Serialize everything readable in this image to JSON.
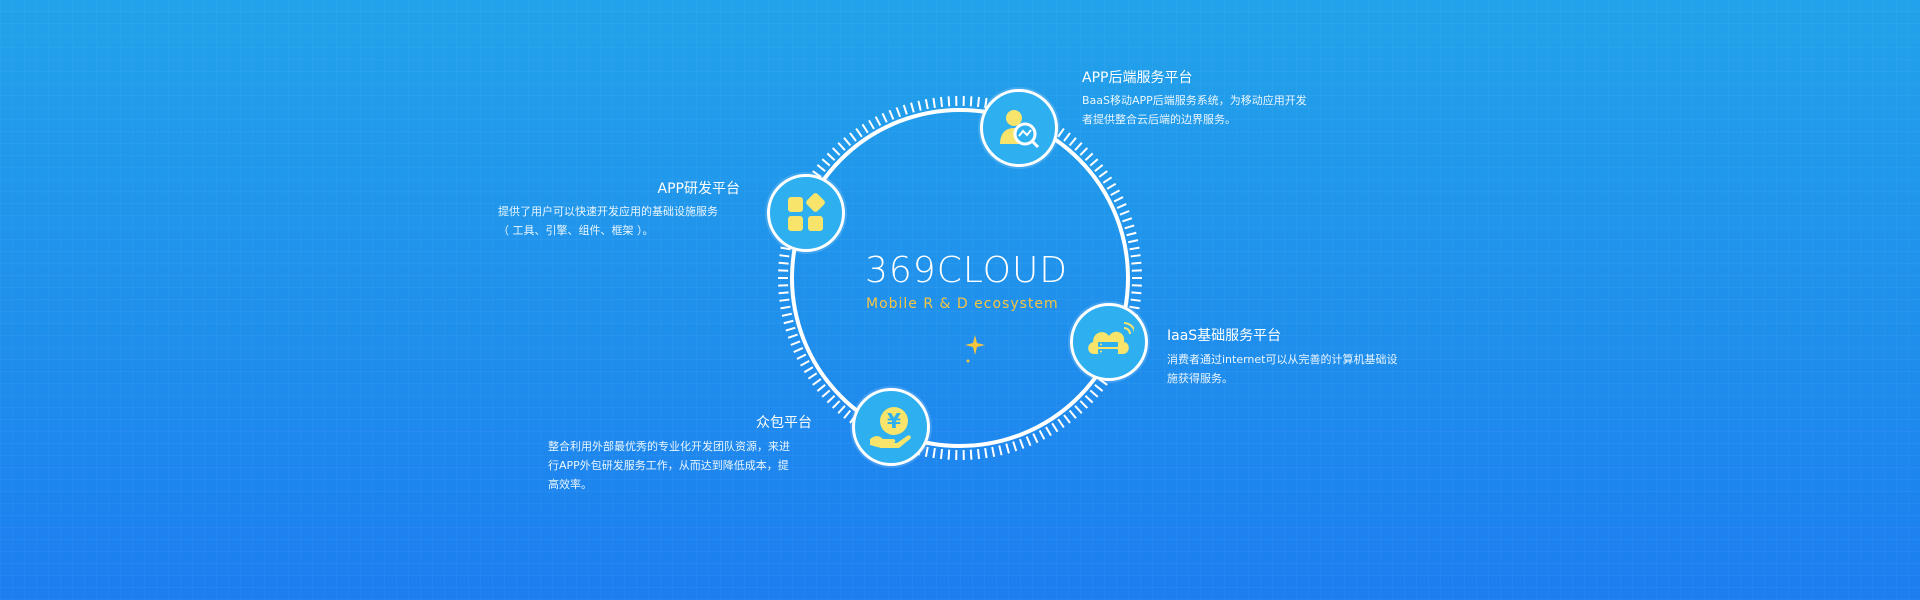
{
  "logo": {
    "text": "369CLOUD",
    "subtitle": "Mobile R & D ecosystem"
  },
  "platforms": {
    "backend": {
      "title": "APP后端服务平台",
      "desc_line1": "BaaS移动APP后端服务系统，为移动应用开发",
      "desc_line2": "者提供整合云后端的边界服务。",
      "icon": "user-chart-icon"
    },
    "dev": {
      "title": "APP研发平台",
      "desc_line1": "提供了用户可以快速开发应用的基础设施服务",
      "desc_line2": "（ 工具、引擎、组件、框架 ）。",
      "icon": "apps-grid-icon"
    },
    "iaas": {
      "title": "IaaS基础服务平台",
      "desc_line1": "消费者通过internet可以从完善的计算机基础设",
      "desc_line2": "施获得服务。",
      "icon": "cloud-server-icon"
    },
    "crowd": {
      "title": "众包平台",
      "desc_line1": "整合利用外部最优秀的专业化开发团队资源，来进",
      "desc_line2": "行APP外包研发服务工作，从而达到降低成本，提",
      "desc_line3": "高效率。",
      "icon": "yen-hand-icon"
    }
  },
  "colors": {
    "accent": "#f8e46a",
    "node_bg": "#2eaff0",
    "logo_sub": "#f5c542"
  }
}
